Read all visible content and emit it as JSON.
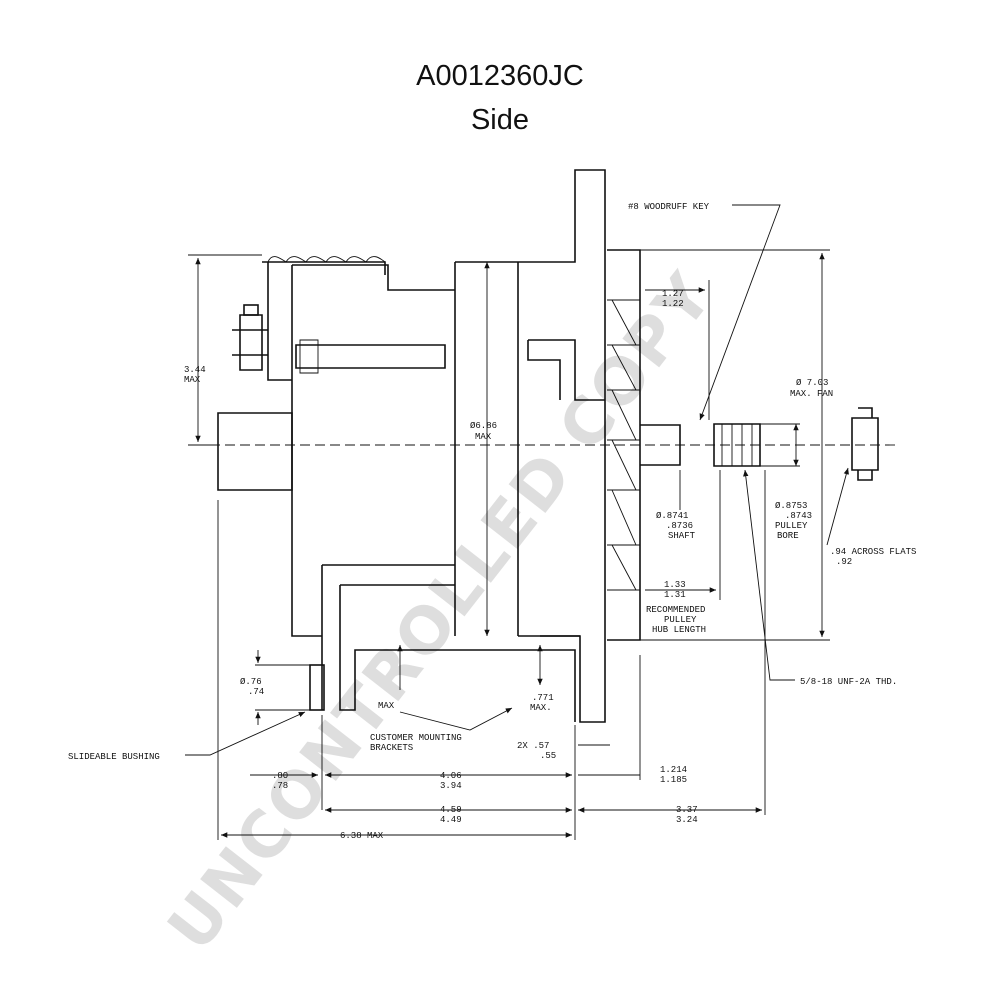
{
  "header": {
    "part_number": "A0012360JC",
    "view": "Side"
  },
  "watermark": "UNCONTROLLED COPY",
  "callouts": {
    "woodruff_key": "#8 WOODRUFF KEY",
    "slideable_bushing": "SLIDEABLE BUSHING",
    "mounting_brackets_1": "CUSTOMER MOUNTING",
    "mounting_brackets_2": "BRACKETS",
    "thread": "5/8-18 UNF-2A THD.",
    "across_flats_1": ".94 ACROSS FLATS",
    "across_flats_2": ".92"
  },
  "dimensions": {
    "height_344": "3.44",
    "height_max": "MAX",
    "dia_686": "Ø6.86",
    "dia_686_max": "MAX",
    "dia_fan_1": "Ø 7.03",
    "dia_fan_2": "MAX. FAN",
    "d127": "1.27",
    "d122": "1.22",
    "shaft_1": "Ø.8741",
    "shaft_2": ".8736",
    "shaft_3": "SHAFT",
    "bore_1": "Ø.8753",
    "bore_2": ".8743",
    "bore_3": "PULLEY",
    "bore_4": "BORE",
    "d133": "1.33",
    "d131": "1.31",
    "hub_1": "RECOMMENDED",
    "hub_2": "PULLEY",
    "hub_3": "HUB LENGTH",
    "dia_76": "Ø.76",
    "dia_74": ".74",
    "d771": ".771",
    "d771_max": "MAX.",
    "d_bracket_max": "MAX",
    "x2_57": "2X  .57",
    "x2_55": ".55",
    "d80": ".80",
    "d78": ".78",
    "d406": "4.06",
    "d394": "3.94",
    "d1214": "1.214",
    "d1185": "1.185",
    "d459": "4.59",
    "d449": "4.49",
    "d337": "3.37",
    "d324": "3.24",
    "d638": "6.38 MAX"
  }
}
